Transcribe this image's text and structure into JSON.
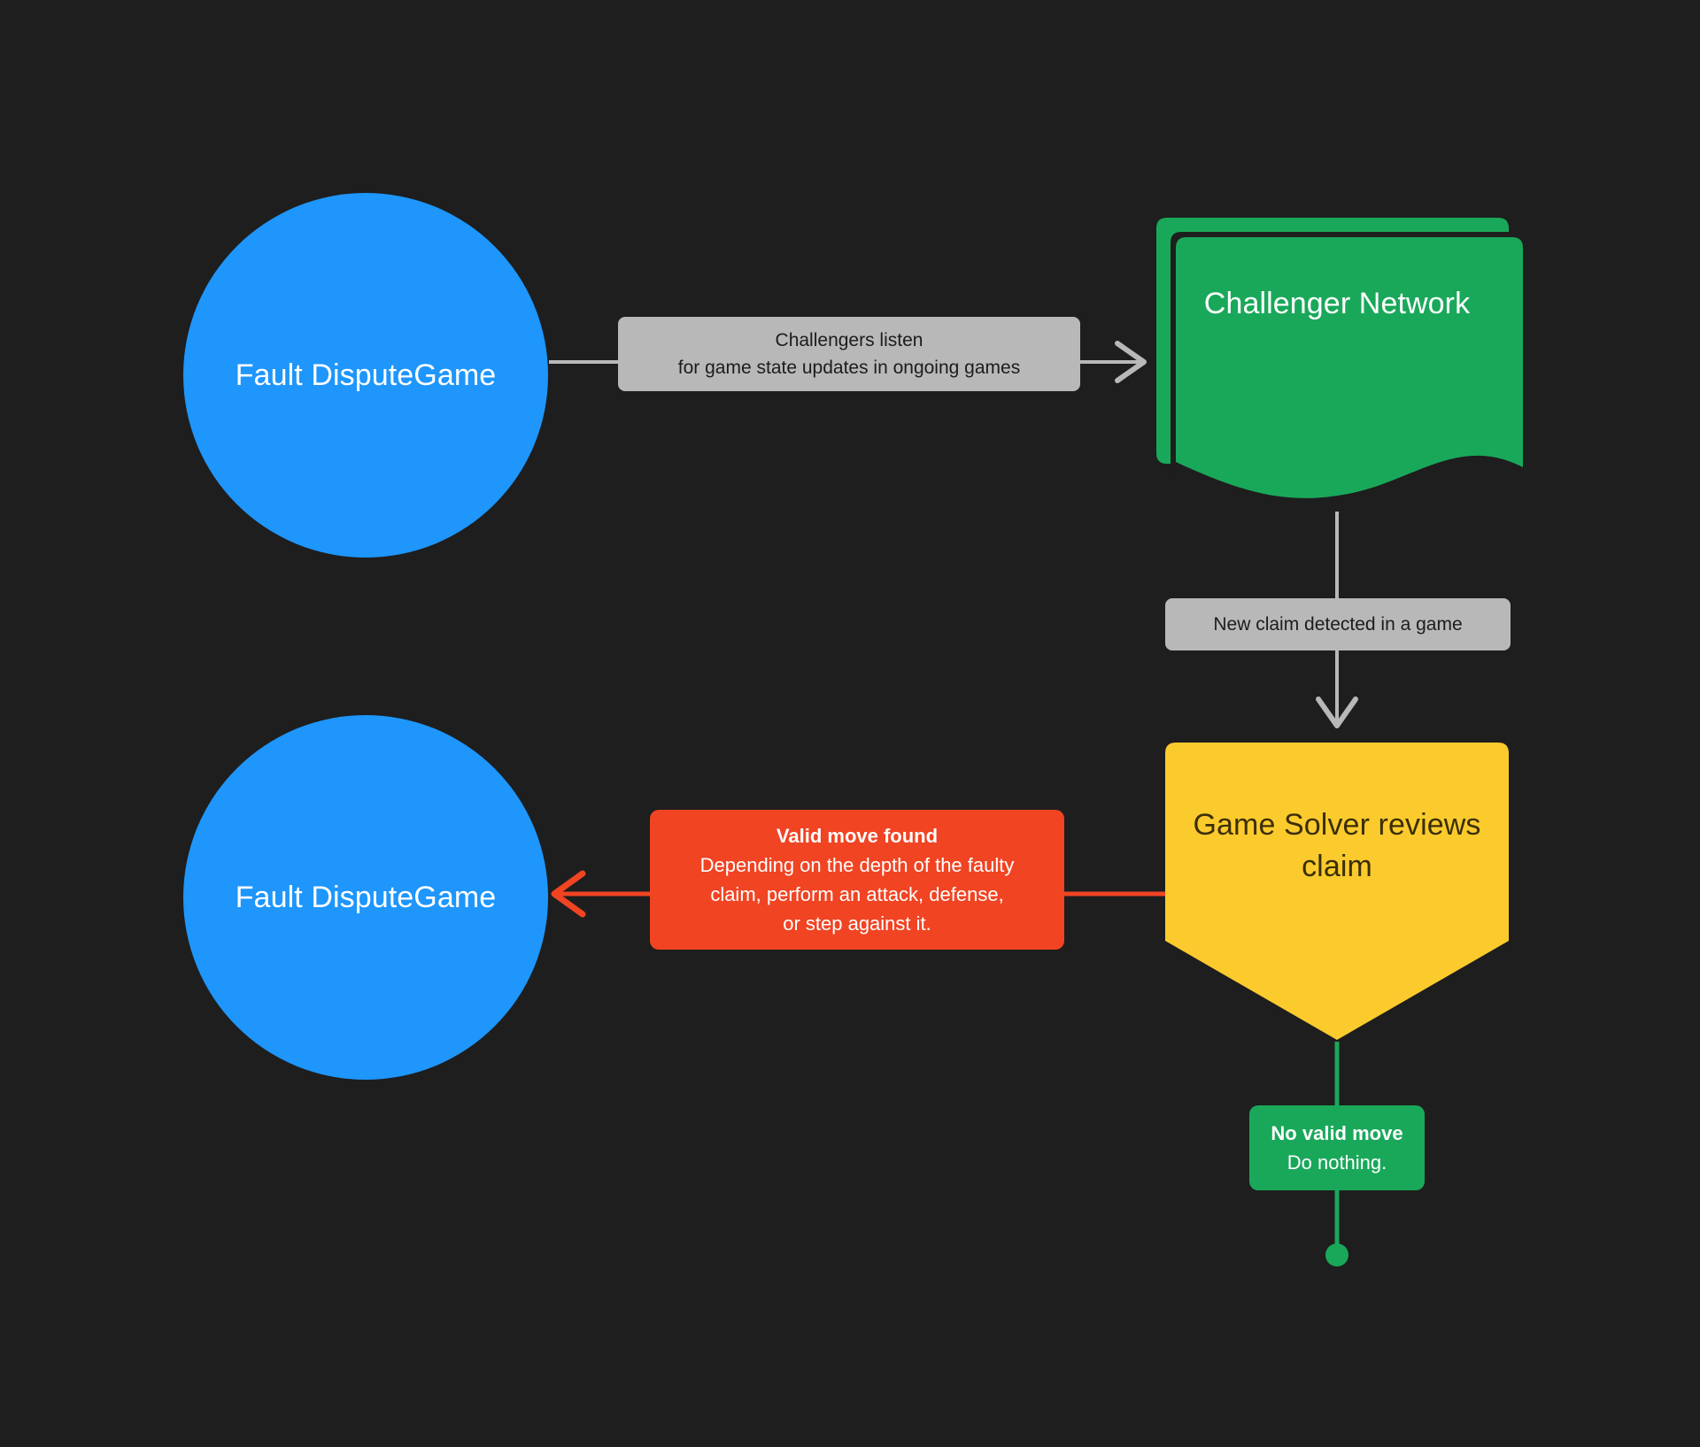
{
  "diagram": {
    "title": "Fault Dispute Game challenger flow",
    "background_color": "#1e1e1e",
    "colors": {
      "blue": "#1e96fc",
      "green": "#19a85a",
      "yellow": "#fbcb2e",
      "red": "#f04423",
      "gray": "#b8b8b8",
      "text_light": "#ffffff",
      "text_dark": "#1c1c1c"
    },
    "nodes": {
      "fault_dispute_game_top": {
        "shape": "circle",
        "line1": "Fault",
        "line2": "DisputeGame"
      },
      "challenger_network": {
        "shape": "multi-document",
        "line1": "Challenger",
        "line2": "Network"
      },
      "fault_dispute_game_bottom": {
        "shape": "circle",
        "line1": "Fault",
        "line2": "DisputeGame"
      },
      "game_solver": {
        "shape": "shield",
        "line1": "Game Solver",
        "line2": "reviews claim"
      }
    },
    "edges": {
      "listen": {
        "line1": "Challengers listen",
        "line2": "for game state updates in ongoing games"
      },
      "new_claim": {
        "text": "New claim detected in a game"
      },
      "valid_move": {
        "header": "Valid move found",
        "line1": "Depending on the depth of the faulty",
        "line2": "claim, perform an attack, defense,",
        "line3": "or step against it."
      },
      "no_valid_move": {
        "header": "No valid move",
        "line1": "Do nothing."
      }
    }
  }
}
